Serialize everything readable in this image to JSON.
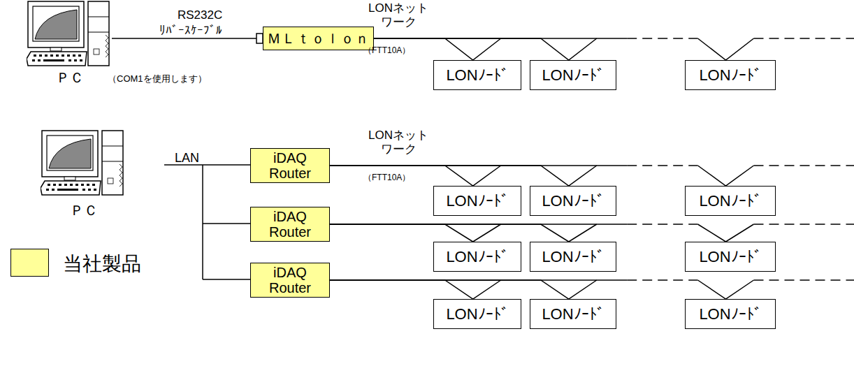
{
  "diagram": {
    "nodes": [
      {
        "text": [
          "ＭＬｔｏｌｏｎ"
        ]
      },
      {
        "text": [
          "LONﾉｰﾄﾞ"
        ]
      },
      {
        "text": [
          "LONﾉｰﾄﾞ"
        ]
      },
      {
        "text": [
          "LONﾉｰﾄﾞ"
        ]
      },
      {
        "text": [
          "iDAQ Router"
        ]
      },
      {
        "text": [
          "LONﾉｰﾄﾞ"
        ]
      },
      {
        "text": [
          "LONﾉｰﾄﾞ"
        ]
      },
      {
        "text": [
          "LONﾉｰﾄﾞ"
        ]
      },
      {
        "text": [
          "iDAQ Router"
        ]
      },
      {
        "text": [
          "LONﾉｰﾄﾞ"
        ]
      },
      {
        "text": [
          "LONﾉｰﾄﾞ"
        ]
      },
      {
        "text": [
          "LONﾉｰﾄﾞ"
        ]
      },
      {
        "text": [
          "iDAQ Router"
        ]
      },
      {
        "text": [
          "LONﾉｰﾄﾞ"
        ]
      },
      {
        "text": [
          "LONﾉｰﾄﾞ"
        ]
      },
      {
        "text": [
          "LONﾉｰﾄﾞ"
        ]
      }
    ],
    "edges": [
      {
        "from": 0,
        "to": 1,
        "arrow": "none"
      },
      {
        "from": 0,
        "to": 2,
        "arrow": "none"
      },
      {
        "from": 0,
        "to": 3,
        "arrow": "none"
      },
      {
        "from": 4,
        "to": 5,
        "arrow": "none"
      },
      {
        "from": 4,
        "to": 6,
        "arrow": "none"
      },
      {
        "from": 4,
        "to": 7,
        "arrow": "none"
      },
      {
        "from": 8,
        "to": 9,
        "arrow": "none"
      },
      {
        "from": 8,
        "to": 10,
        "arrow": "none"
      },
      {
        "from": 8,
        "to": 11,
        "arrow": "none"
      },
      {
        "from": 12,
        "to": 13,
        "arrow": "none"
      },
      {
        "from": 12,
        "to": 14,
        "arrow": "none"
      },
      {
        "from": 12,
        "to": 15,
        "arrow": "none"
      }
    ],
    "labels": [
      "RS232C",
      "ﾘﾊﾞｰｽｹｰﾌﾞﾙ",
      "LONネットワーク",
      "（FTT10A）",
      "ＰＣ",
      "（COM1を使用します）",
      "LAN",
      "LONネットワーク",
      "（FTT10A）",
      "ＰＣ"
    ],
    "legend": [
      {
        "text": "当社製品",
        "color": "#ffff99"
      }
    ]
  }
}
